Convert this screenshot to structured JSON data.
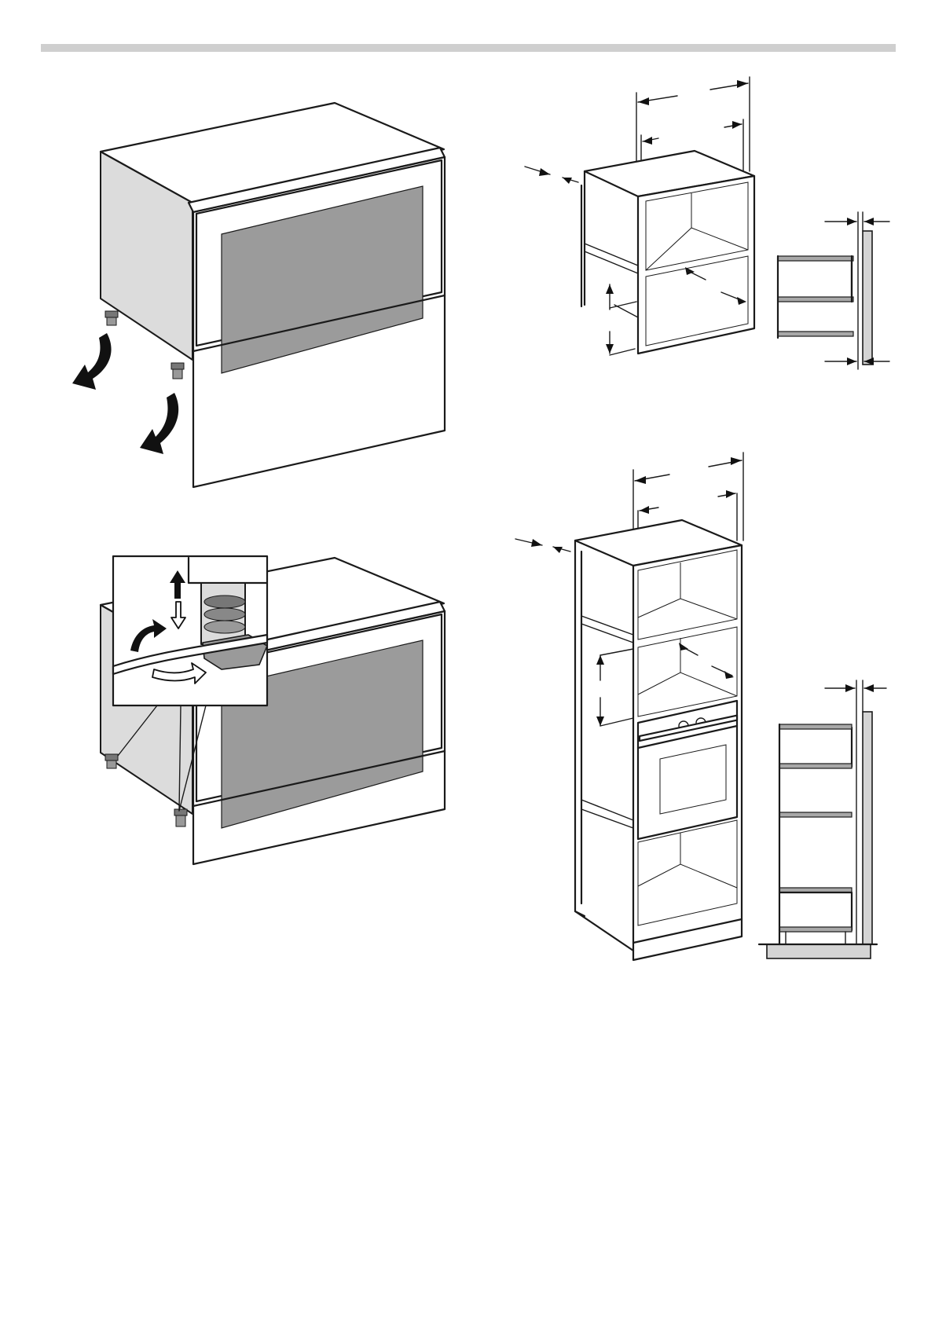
{
  "colors": {
    "header_rule": "#cfcfcf",
    "glass": "#9b9b9b",
    "side_panel": "#dcdcdc",
    "line": "#1a1a1a"
  },
  "figures": [
    {
      "id": "fig-remove-feet",
      "icon": "oven-with-removable-feet"
    },
    {
      "id": "fig-wall-cabinet",
      "icon": "wall-cabinet-dimensions"
    },
    {
      "id": "fig-adjust-feet",
      "icon": "foot-adjustment-detail"
    },
    {
      "id": "fig-tall-cabinet",
      "icon": "tall-cabinet-dimensions"
    }
  ]
}
